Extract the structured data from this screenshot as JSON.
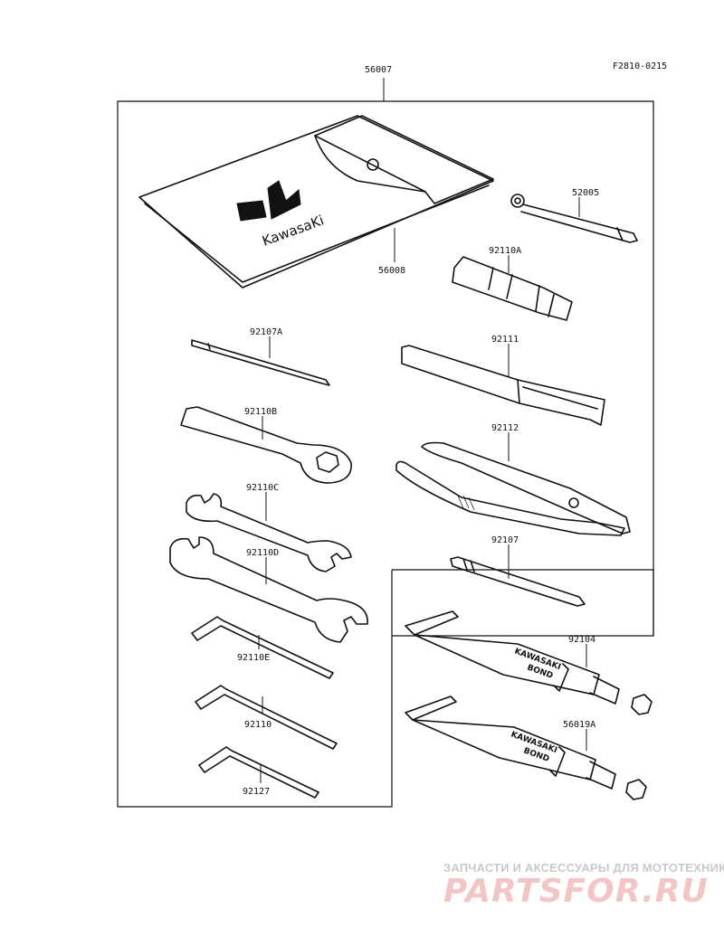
{
  "figure_code": "F2810-0215",
  "parts": {
    "kit": "56007",
    "pouch": "56008",
    "plug_wrench_handle": "52005",
    "plug_wrench": "92110A",
    "screwdriver_short": "92107A",
    "screwdriver_grip": "92111",
    "ring_spanner": "92110B",
    "pliers": "92112",
    "wrench_small": "92110C",
    "wrench_large": "92110D",
    "screwdriver": "92107",
    "hex_wrench_large": "92110E",
    "bond_tube_1": "92104",
    "hex_wrench_medium": "92110",
    "bond_tube_2": "56019A",
    "hex_wrench_small": "92127"
  },
  "markings": {
    "pouch_brand": "KawasaKi",
    "tube_brand": "KAWASAKI",
    "tube_product": "BOND"
  },
  "watermark": {
    "caption": "ЗАПЧАСТИ И АКСЕССУАРЫ ДЛЯ МОТОТЕХНИКИ",
    "logo": "PARTSFOR.RU"
  }
}
